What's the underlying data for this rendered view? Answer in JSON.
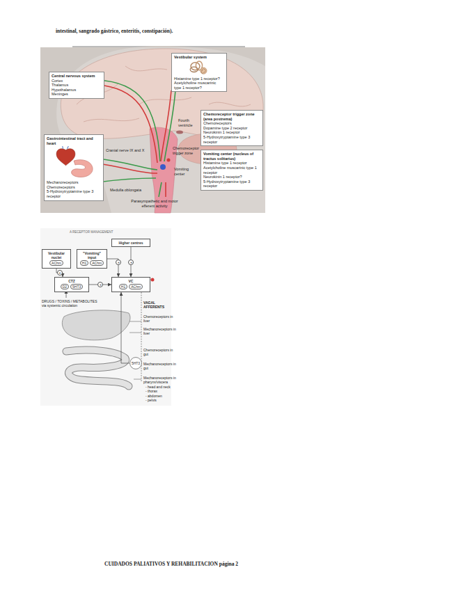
{
  "diagram": {
    "nodes": [
      {
        "text": [
          "Central nervous system",
          "Cortex",
          "Thalamus",
          "Hypothalamus",
          "Meninges"
        ]
      },
      {
        "text": [
          "Vestibular system",
          "Histamine type 1 receptor?",
          "Acetylcholine muscarinic type 1 receptor?"
        ]
      },
      {
        "text": [
          "Chemoreceptor trigger zone (area postrema)",
          "Chemoreceptors",
          "Dopamine type 2 receptor",
          "Neurokinin 1 receptor",
          "5-Hydroxytryptamine type 3 receptor"
        ]
      },
      {
        "text": [
          "Vomiting center (nucleus of tractus solitarius)",
          "Histamine type 1 receptor",
          "Acetylcholine muscarinic type 1 receptor",
          "Neurokinin 1 receptor?",
          "5-Hydroxytryptamine type 3 receptor"
        ]
      },
      {
        "text": [
          "Gastrointestinal tract and heart",
          "Mechanoreceptors",
          "Chemoreceptors",
          "5-Hydroxytryptamine type 3 receptor"
        ]
      },
      {
        "text": [
          "Higher centres"
        ]
      },
      {
        "text": [
          "Vestibular nuclei",
          "AChm"
        ]
      },
      {
        "text": [
          "\"Vomiting\" input",
          "H1",
          "AChm"
        ]
      },
      {
        "text": [
          "CTZ",
          "D2",
          "5HT3"
        ]
      },
      {
        "text": [
          "VC",
          "H1",
          "AChm"
        ]
      },
      {
        "text": [
          "5HT3"
        ]
      }
    ],
    "edges": [
      {
        "from": 5,
        "to": 9,
        "arrow": "to",
        "label": "+"
      },
      {
        "from": 7,
        "to": 9,
        "arrow": "to",
        "label": "+"
      },
      {
        "from": 6,
        "to": 8,
        "arrow": "to",
        "label": "+"
      },
      {
        "from": 8,
        "to": 9,
        "arrow": "to",
        "label": "+"
      },
      {
        "from": 10,
        "to": 9,
        "arrow": "to"
      }
    ],
    "labels": [
      "intestinal, sangrado gástrico, enteritis, constipación).",
      "Fourth ventricle",
      "Chemoreceptor trigger zone",
      "Vomiting center",
      "Cranial nerve IX and X",
      "Medulla oblongata",
      "Parasympathetic and motor efferent activity",
      "A RECEPTOR MANAGEMENT",
      "DRUGS / TOXINS / METABOLITES via systemic circulation",
      "VAGAL AFFERENTS",
      "Chemoreceptors in liver",
      "Mechanoreceptors in liver",
      "Chemoreceptors in gut",
      "Mechanoreceptors in gut",
      "Mechanoreceptors in pharynx/viscera",
      "- head and neck",
      "- thorax",
      "- abdomen",
      "- pelvis",
      "CUIDADOS PALIATIVOS Y REHABILITACION página 2"
    ]
  }
}
